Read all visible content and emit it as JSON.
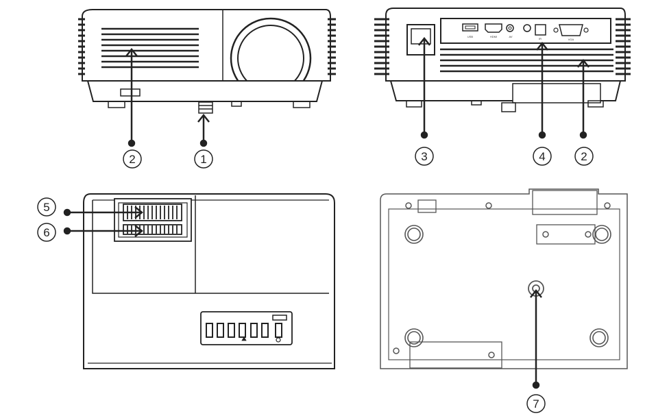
{
  "callouts": {
    "c1": "1",
    "c2a": "2",
    "c2b": "2",
    "c3": "3",
    "c4": "4",
    "c5": "5",
    "c6": "6",
    "c7": "7"
  },
  "ports": {
    "usb": "USB",
    "hdmi": "HDMI",
    "av": "AV",
    "ir": "IR",
    "vga": "VGA"
  },
  "colors": {
    "line": "#222222",
    "light_line": "#777777"
  }
}
